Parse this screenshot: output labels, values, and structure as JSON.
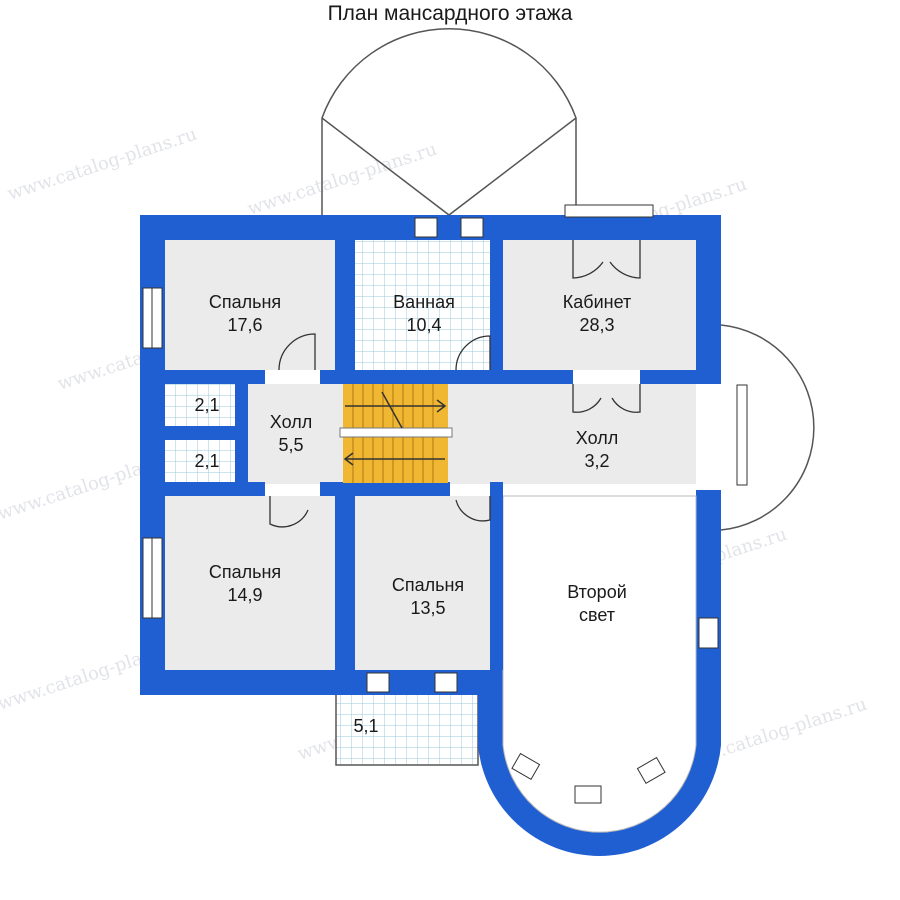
{
  "title": "План мансардного этажа",
  "watermark": "www.catalog-plans.ru",
  "colors": {
    "wall": "#1f5fd2",
    "wall_edge": "#163f8f",
    "floor": "#ebebeb",
    "tile_grid": "#9cc9d9",
    "stairs": "#f0b732",
    "background": "#ffffff"
  },
  "rooms": [
    {
      "name": "Спальня",
      "area": "17,6"
    },
    {
      "name": "Ванная",
      "area": "10,4"
    },
    {
      "name": "Кабинет",
      "area": "28,3"
    },
    {
      "name": "",
      "area": "2,1"
    },
    {
      "name": "",
      "area": "2,1"
    },
    {
      "name": "Холл",
      "area": "5,5"
    },
    {
      "name": "Холл",
      "area": "3,2"
    },
    {
      "name": "Спальня",
      "area": "14,9"
    },
    {
      "name": "Спальня",
      "area": "13,5"
    },
    {
      "name": "Второй",
      "area": "свет"
    },
    {
      "name": "",
      "area": "5,1"
    }
  ]
}
